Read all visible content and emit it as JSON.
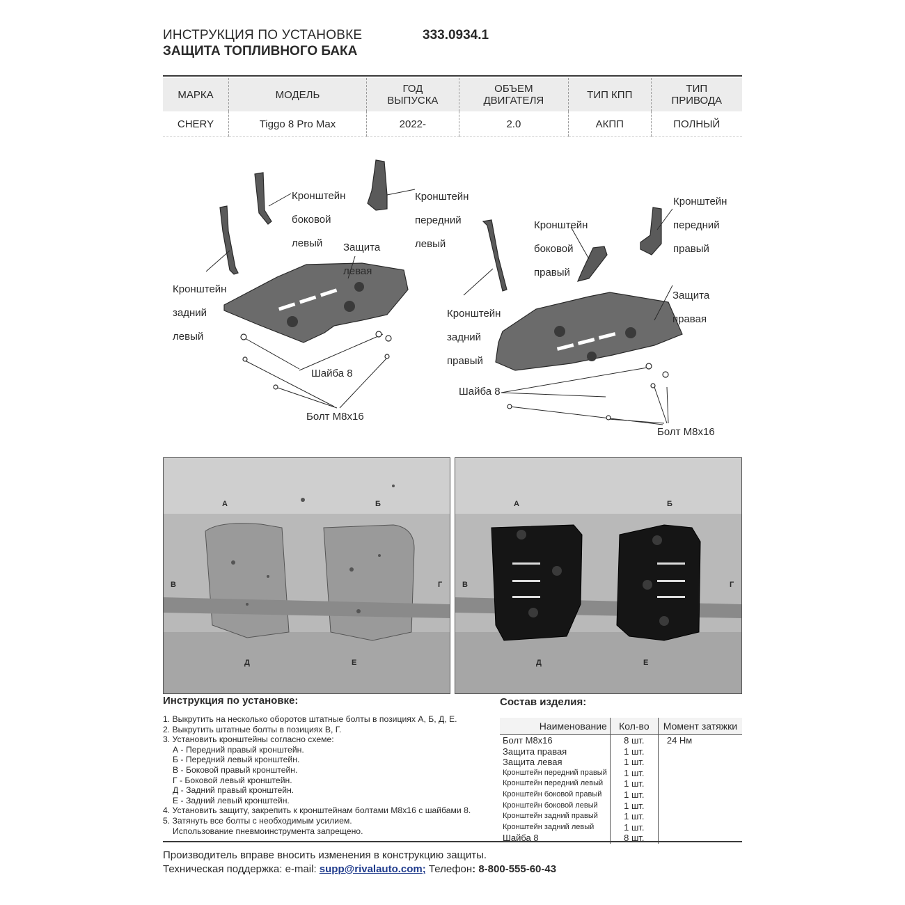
{
  "header": {
    "line1": "ИНСТРУКЦИЯ ПО УСТАНОВКЕ",
    "line2": "ЗАЩИТА ТОПЛИВНОГО БАКА",
    "code": "333.0934.1"
  },
  "spec_table": {
    "headers": [
      "МАРКА",
      "МОДЕЛЬ",
      "ГОД ВЫПУСКА",
      "ОБЪЕМ ДВИГАТЕЛЯ",
      "ТИП КПП",
      "ТИП ПРИВОДА"
    ],
    "header_lines": [
      [
        "МАРКА"
      ],
      [
        "МОДЕЛЬ"
      ],
      [
        "ГОД",
        "ВЫПУСКА"
      ],
      [
        "ОБЪЕМ",
        "ДВИГАТЕЛЯ"
      ],
      [
        "ТИП КПП"
      ],
      [
        "ТИП",
        "ПРИВОДА"
      ]
    ],
    "row": [
      "CHERY",
      "Tiggo 8 Pro Max",
      "2022-",
      "2.0",
      "АКПП",
      "ПОЛНЫЙ"
    ]
  },
  "diagram_labels": {
    "left": {
      "bracket_side_left": [
        "Кронштейн",
        "боковой",
        "левый"
      ],
      "bracket_front_left": [
        "Кронштейн",
        "передний",
        "левый"
      ],
      "bracket_rear_left": [
        "Кронштейн",
        "задний",
        "левый"
      ],
      "guard_left": [
        "Защита",
        "левая"
      ],
      "washer": "Шайба 8",
      "bolt": "Болт М8х16"
    },
    "right": {
      "bracket_front_right": [
        "Кронштейн",
        "передний",
        "правый"
      ],
      "bracket_side_right": [
        "Кронштейн",
        "боковой",
        "правый"
      ],
      "bracket_rear_right": [
        "Кронштейн",
        "задний",
        "правый"
      ],
      "guard_right": [
        "Защита",
        "правая"
      ],
      "washer": "Шайба 8",
      "bolt": "Болт М8х16"
    }
  },
  "photo_markers": [
    "А",
    "Б",
    "В",
    "Г",
    "Д",
    "Е"
  ],
  "instructions": {
    "title": "Инструкция по установке:",
    "steps": [
      "1. Выкрутить на несколько оборотов штатные болты в позициях А, Б, Д, Е.",
      "2. Выкрутить штатные болты в позициях В, Г.",
      "3. Установить кронштейны согласно схеме:",
      "    А - Передний правый кронштейн.",
      "    Б - Передний левый кронштейн.",
      "    В - Боковой правый кронштейн.",
      "    Г - Боковой левый кронштейн.",
      "    Д - Задний правый кронштейн.",
      "    Е - Задний левый кронштейн.",
      "4. Установить защиту, закрепить к кронштейнам болтами М8х16 с шайбами 8.",
      "5. Затянуть все болты с необходимым усилием.",
      "    Использование пневмоинструмента запрещено."
    ]
  },
  "components": {
    "title": "Состав изделия:",
    "headers": [
      "Наименование",
      "Кол-во",
      "Момент затяжки"
    ],
    "torque": "24 Нм",
    "rows": [
      {
        "name": "Болт М8х16",
        "qty": "8 шт."
      },
      {
        "name": "Защита правая",
        "qty": "1 шт."
      },
      {
        "name": "Защита левая",
        "qty": "1 шт."
      },
      {
        "name": "Кронштейн передний правый",
        "qty": "1 шт."
      },
      {
        "name": "Кронштейн передний левый",
        "qty": "1 шт."
      },
      {
        "name": "Кронштейн боковой правый",
        "qty": "1 шт."
      },
      {
        "name": "Кронштейн боковой левый",
        "qty": "1 шт."
      },
      {
        "name": "Кронштейн задний правый",
        "qty": "1 шт."
      },
      {
        "name": "Кронштейн задний левый",
        "qty": "1 шт."
      },
      {
        "name": "Шайба 8",
        "qty": "8 шт."
      }
    ]
  },
  "footer": {
    "line1": "Производитель вправе вносить изменения в конструкцию защиты.",
    "support_prefix": "Техническая поддержка:  e-mail: ",
    "email": "supp@rivalauto.com;",
    "phone_prefix": " Телефон",
    "phone": ": 8-800-555-60-43"
  }
}
